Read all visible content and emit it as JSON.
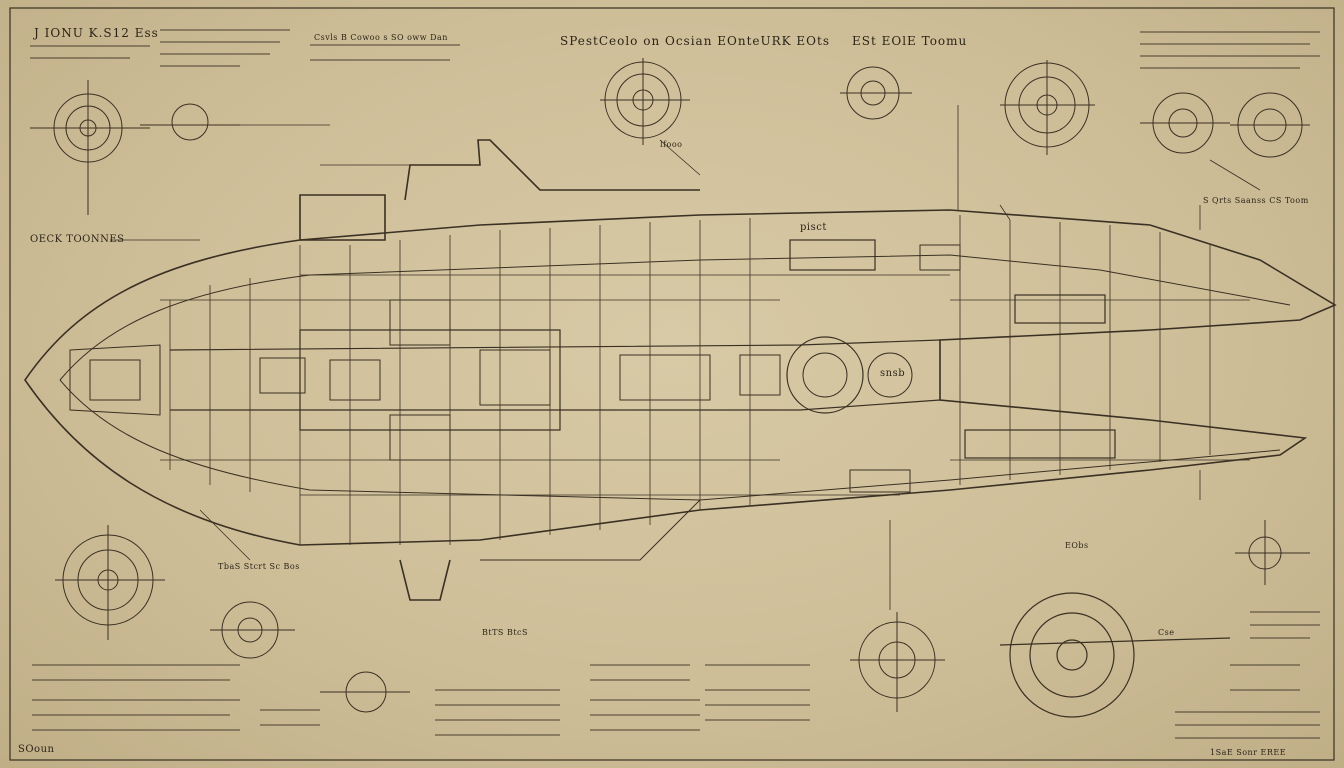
{
  "sheet": {
    "title_top_left": "J  IONU  K.S12 Ess",
    "header_center": "SPestCeolo on  Ocsian  EOnteURK EOts",
    "header_right": "ESt EOlE  Toomu",
    "header_mid": "Csvls  B  Cowoo s  SO  oww  Dan",
    "side_label_left": "OECK TOONNES",
    "label_hull": "pisct",
    "label_core": "snsb",
    "label_right_mid": "S Qrts Saanss  CS Toom",
    "label_bottom_left": "TbaS  Stcrt  Sc  Bos",
    "label_bottom_mid": "BtTS  BtcS",
    "label_bottom_right": "EObs",
    "label_small_1": "Cse",
    "label_small_2": "lfooo",
    "footer_left": "SOoun",
    "footer_right": "1SaE   Sonr  EREE"
  },
  "colors": {
    "paper": "#cfc09a",
    "ink": "#3a3023"
  },
  "icons": [
    "gear-schematic-icon",
    "scope-schematic-icon",
    "turbine-schematic-icon"
  ]
}
